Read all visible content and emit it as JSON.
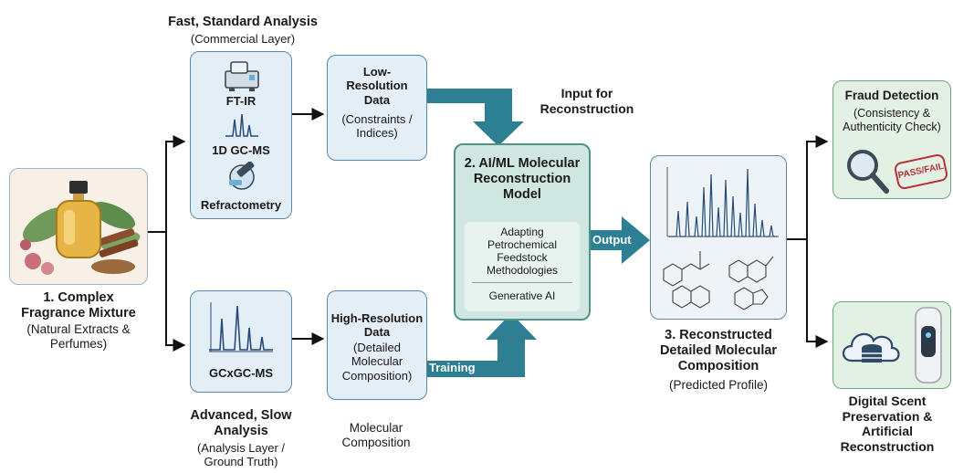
{
  "mixture": {
    "title": "1. Complex\nFragrance Mixture",
    "subtitle": "(Natural Extracts &\nPerfumes)"
  },
  "commercial": {
    "title": "Fast, Standard Analysis",
    "subtitle": "(Commercial Layer)",
    "methods": [
      "FT-IR",
      "1D GC-MS",
      "Refractometry"
    ]
  },
  "low_res": {
    "title": "Low-\nResolution\nData",
    "subtitle": "(Constraints /\nIndices)"
  },
  "analysis": {
    "method": "GCxGC-MS",
    "title": "Advanced, Slow\nAnalysis",
    "subtitle": "(Analysis Layer /\nGround Truth)"
  },
  "high_res": {
    "title": "High-Resolution\nData",
    "subtitle": "(Detailed\nMolecular\nComposition)",
    "caption": "Molecular\nComposition"
  },
  "model": {
    "title": "2. AI/ML Molecular\nReconstruction\nModel",
    "item1": "Adapting\nPetrochemical\nFeedstock\nMethodologies",
    "item2": "Generative AI"
  },
  "arrows": {
    "input": "Input for\nReconstruction",
    "training": "Training",
    "output": "Output"
  },
  "reconstructed": {
    "title": "3. Reconstructed\nDetailed Molecular\nComposition",
    "subtitle": "(Predicted Profile)"
  },
  "fraud": {
    "title": "Fraud Detection",
    "subtitle": "(Consistency &\nAuthenticity Check)",
    "stamp": "PASS/FAIL"
  },
  "digital": {
    "title": "Digital Scent\nPreservation &\nArtificial\nReconstruction"
  },
  "colors": {
    "blue_box": "#e3eef7",
    "green_box": "#e2f1e4",
    "model_box": "#cfe7e0",
    "flow_arrow": "#2d7f94",
    "line": "#111111"
  }
}
